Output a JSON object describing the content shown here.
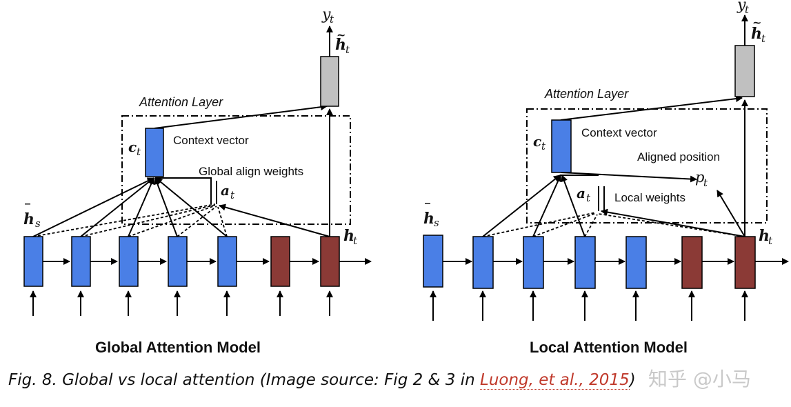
{
  "global": {
    "title": "Global Attention Model",
    "attention_layer": "Attention Layer",
    "context_vector": "Context vector",
    "align_weights": "Global align weights"
  },
  "local": {
    "title": "Local Attention Model",
    "attention_layer": "Attention Layer",
    "context_vector": "Context vector",
    "aligned_position": "Aligned position",
    "local_weights": "Local weights"
  },
  "math": {
    "y": "y",
    "h": "h",
    "c": "c",
    "a": "a",
    "p": "p",
    "t": "t",
    "s": "s",
    "tilde": "~",
    "bar": "‾"
  },
  "caption": {
    "prefix": "Fig. 8. Global vs local attention (Image source: Fig 2 & 3 in ",
    "link": "Luong, et al., 2015",
    "suffix": ")"
  },
  "watermark": "知乎 @小马",
  "colors": {
    "source_state": "#4a7fe6",
    "target_state": "#8b3a36",
    "attn_hidden": "#c0c0c0",
    "stroke": "#000000"
  }
}
